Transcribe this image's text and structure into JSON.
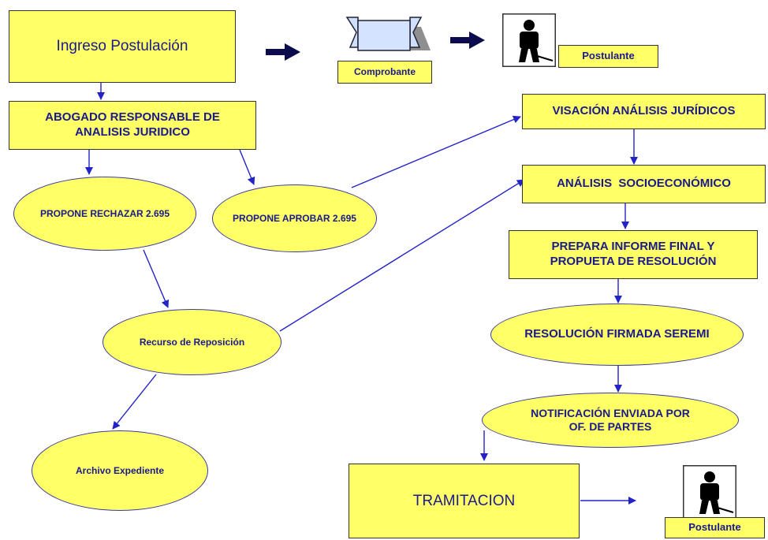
{
  "nodes": {
    "ingreso": "Ingreso Postulación",
    "comprobante": "Comprobante",
    "postulante_top": "Postulante",
    "abogado": "ABOGADO RESPONSABLE DE ANALISIS JURIDICO",
    "visacion": "VISACIÓN ANÁLISIS JURÍDICOS",
    "socioeconomico": "ANÁLISIS  SOCIOECONÓMICO",
    "rechazar": "PROPONE RECHAZAR 2.695",
    "aprobar": "PROPONE APROBAR 2.695",
    "informe": "PREPARA INFORME FINAL Y PROPUETA DE RESOLUCIÓN",
    "recurso": "Recurso de Reposición",
    "resolucion": "RESOLUCIÓN FIRMADA SEREMI",
    "notificacion": "NOTIFICACIÓN ENVIADA POR OF. DE PARTES",
    "archivo": "Archivo Expediente",
    "tramitacion": "TRAMITACION",
    "postulante_bottom": "Postulante"
  },
  "icons": {
    "document": "document-icon",
    "person": "person-icon"
  },
  "colors": {
    "node_fill": "#ffff66",
    "text": "#1a1a8c",
    "edge": "#2323c8",
    "bold_arrow": "#0b0b4d"
  }
}
